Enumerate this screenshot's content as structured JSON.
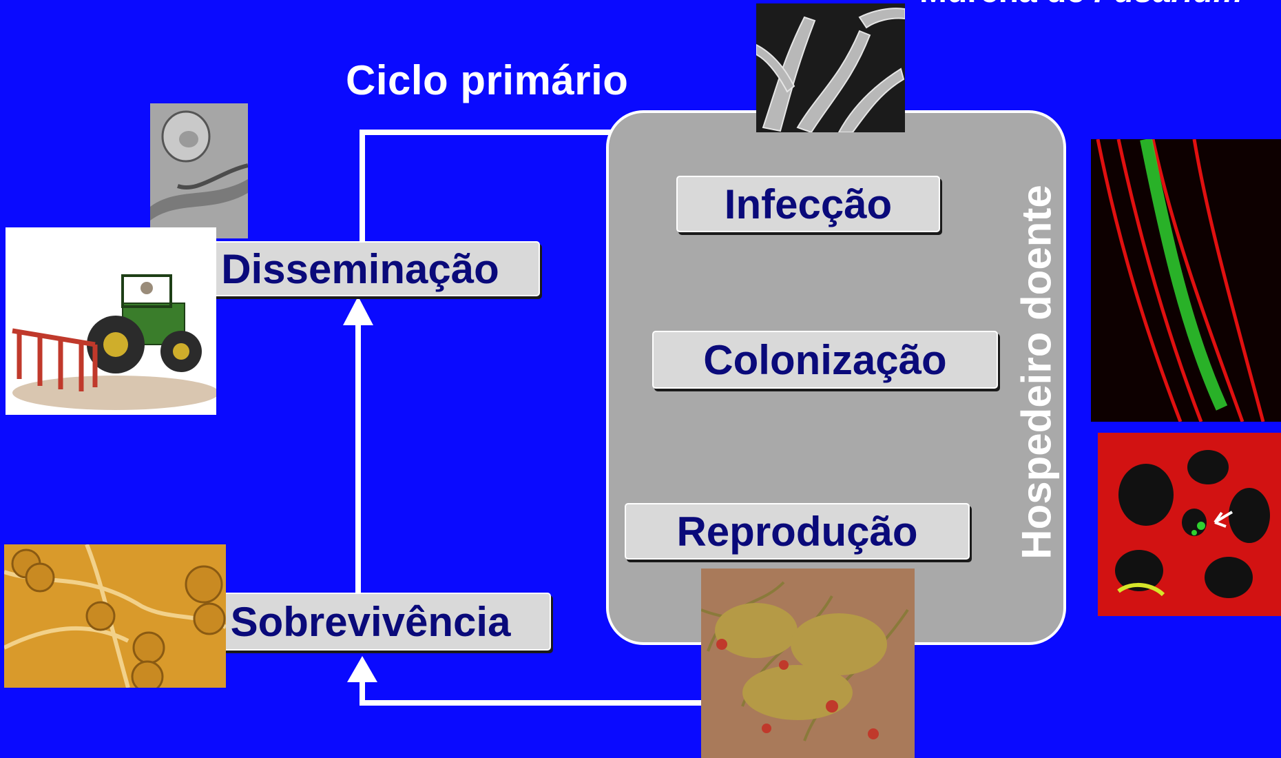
{
  "diagram": {
    "title": "Ciclo primário",
    "top_caption": {
      "prefix": "Murcha de ",
      "genus": "Fusarium"
    },
    "host_label": "Hospedeiro doente",
    "stages": {
      "infeccao": "Infecção",
      "colonizacao": "Colonização",
      "reproducao": "Reprodução",
      "disseminacao": "Disseminação",
      "sobrevivencia": "Sobrevivência"
    }
  },
  "colors": {
    "background": "#0a0aff",
    "host_box": "#a9a9a9",
    "stage_fill": "#d9d9d9",
    "stage_text": "#0a0a7a",
    "arrows": "#ffffff"
  }
}
